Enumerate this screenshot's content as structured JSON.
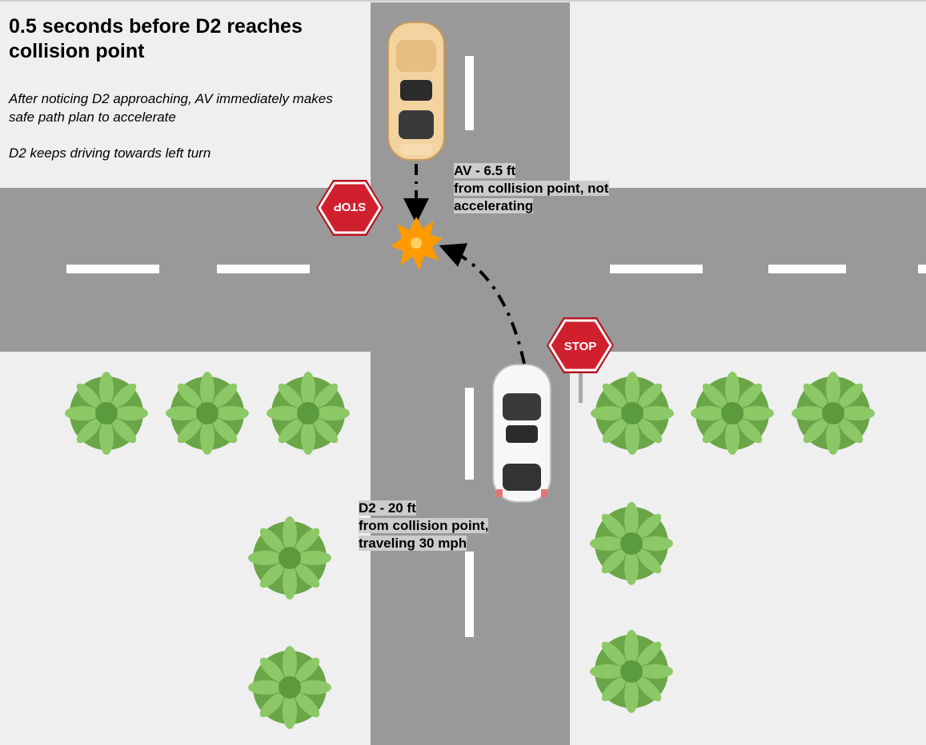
{
  "title": "0.5 seconds before D2 reaches collision point",
  "descriptions": [
    "After noticing D2 approaching, AV immediately makes safe path plan to accelerate",
    "D2 keeps driving towards left turn"
  ],
  "av_label": {
    "line1": "AV - 6.5 ft",
    "line2": "from collision point, not",
    "line3": "accelerating"
  },
  "d2_label": {
    "line1": "D2 - 20 ft",
    "line2": "from collision point,",
    "line3": "traveling 30 mph"
  },
  "stop_signs": [
    "STOP",
    "STOP"
  ],
  "colors": {
    "road": "#999999",
    "ground": "#efefef",
    "stop_red": "#d0202e",
    "collision_orange": "#ff9a00",
    "av_car": "#f3d3a0",
    "d2_car": "#f7f7f7",
    "bush": "#7fb95a"
  }
}
